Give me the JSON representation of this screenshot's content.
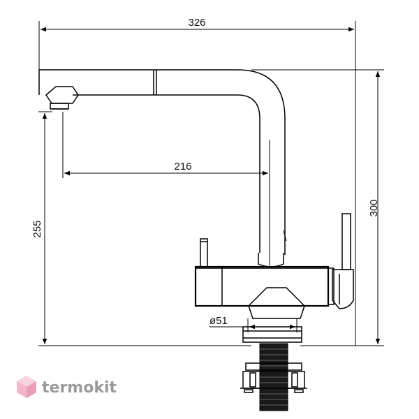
{
  "drawing": {
    "dimensions": {
      "overall_width": "326",
      "spout_reach": "216",
      "spout_height": "255",
      "overall_height": "300",
      "base_diameter": "ø51"
    }
  },
  "watermark": {
    "brand": "termokit"
  },
  "colors": {
    "line": "#000000",
    "logo_gray": "#9a9a9a",
    "logo_pink": "#f3b6c8"
  }
}
